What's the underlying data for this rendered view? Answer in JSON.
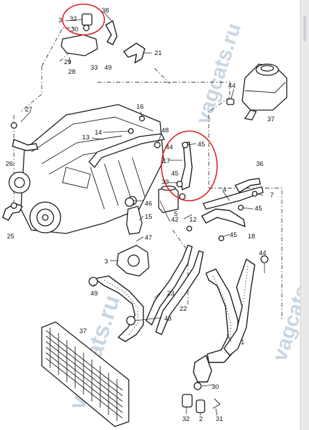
{
  "watermark": {
    "text": "vagcats.ru",
    "color": "#9fb5c8"
  },
  "highlight_color": "#e02020",
  "callouts": [
    "1",
    "2",
    "3",
    "4",
    "5",
    "7",
    "12",
    "13",
    "14",
    "15",
    "16",
    "17",
    "18",
    "21",
    "22",
    "23",
    "25",
    "26",
    "27",
    "28",
    "29",
    "30",
    "31",
    "32",
    "33",
    "36",
    "37",
    "38",
    "39",
    "42",
    "43",
    "44",
    "45",
    "46",
    "47",
    "48",
    "49"
  ],
  "labels": {
    "l32a": "32",
    "l30a": "30",
    "l38a": "38",
    "l3a": "3",
    "l29": "29",
    "l28": "28",
    "l33": "33",
    "l49a": "49",
    "l21": "21",
    "l44a": "44",
    "l37a": "37",
    "l27": "27",
    "l16": "16",
    "l14": "14",
    "l13": "13",
    "l48": "48",
    "l44b": "44",
    "l45a": "45",
    "l17": "17",
    "l45b": "45",
    "l39": "39",
    "l4": "4",
    "l36": "36",
    "l7": "7",
    "l45c": "45",
    "l42": "42",
    "l45d": "45",
    "l18": "18",
    "l26": "26",
    "l25": "25",
    "l46": "46",
    "l15": "15",
    "l5": "5",
    "l12": "12",
    "l47": "47",
    "l3b": "3",
    "l44c": "44",
    "l49b": "49",
    "l23": "23",
    "l22": "22",
    "l43": "43",
    "l37b": "37",
    "l1": "1",
    "l30b": "30",
    "l32b": "32",
    "l2": "2",
    "l31": "31"
  }
}
